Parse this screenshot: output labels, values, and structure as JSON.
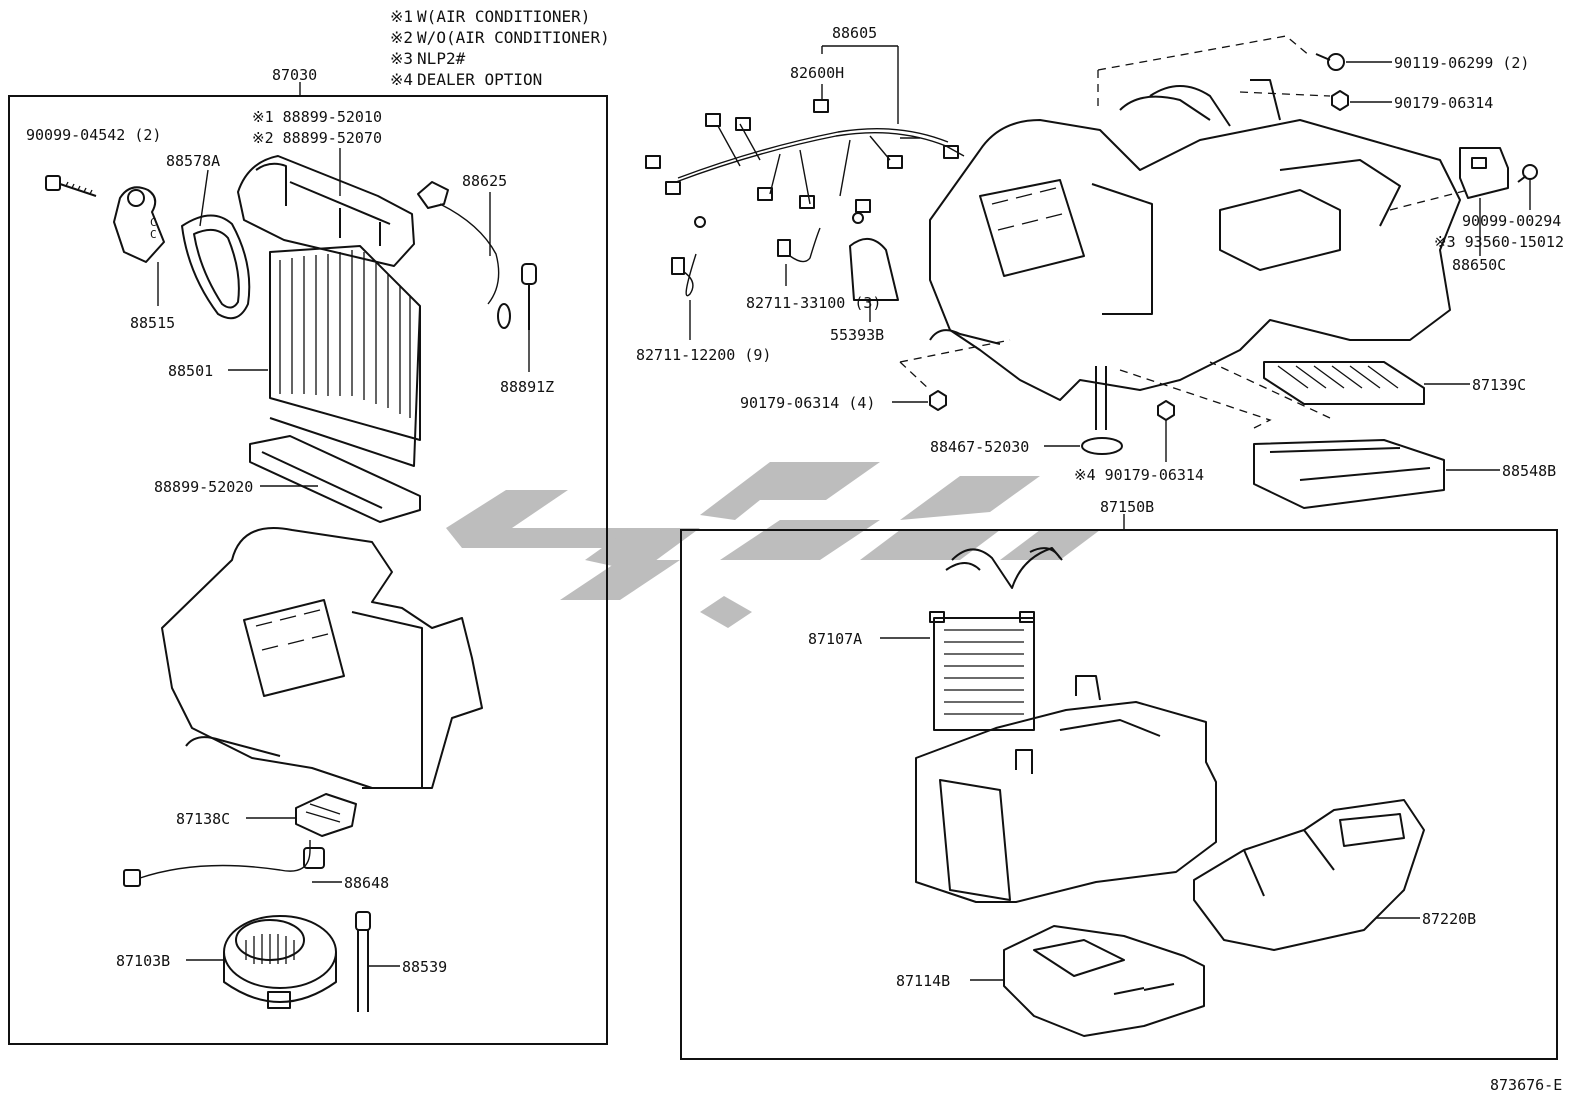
{
  "notes": [
    {
      "mark": "※1",
      "text": "W(AIR CONDITIONER)"
    },
    {
      "mark": "※2",
      "text": "W/O(AIR CONDITIONER)"
    },
    {
      "mark": "※3",
      "text": "NLP2#"
    },
    {
      "mark": "※4",
      "text": "DEALER OPTION"
    }
  ],
  "groups": {
    "unit_left": "87030",
    "heater_radiator_unit": "87150B",
    "harness": "88605"
  },
  "parts": {
    "p90099_04542": "90099-04542 (2)",
    "p88578A": "88578A",
    "p88899_52010": "※1 88899-52010",
    "p88899_52070": "※2 88899-52070",
    "p88625": "88625",
    "p88515": "88515",
    "p88501": "88501",
    "p88891Z": "88891Z",
    "p88899_52020": "88899-52020",
    "p87138C": "87138C",
    "p88648": "88648",
    "p87103B": "87103B",
    "p88539": "88539",
    "p82600H": "82600H",
    "p82711_33100": "82711-33100 (3)",
    "p82711_12200": "82711-12200 (9)",
    "p55393B": "55393B",
    "p90119_06299": "90119-06299 (2)",
    "p90179_06314_top": "90179-06314",
    "p90099_00294": "90099-00294",
    "p93560_15012": "※3 93560-15012",
    "p88650C": "88650C",
    "p90179_06314_4": "90179-06314 (4)",
    "p87139C": "87139C",
    "p88467_52030": "88467-52030",
    "p90179_06314_opt": "※4 90179-06314",
    "p88548B": "88548B",
    "p87107A": "87107A",
    "p87220B": "87220B",
    "p87114B": "87114B"
  },
  "diagram_code": "873676-E",
  "icons": [
    "bolt-icon",
    "nut-icon",
    "grommet-icon",
    "connector-icon"
  ],
  "colors": {
    "ink": "#111111",
    "watermark": "#bdbdbd"
  }
}
